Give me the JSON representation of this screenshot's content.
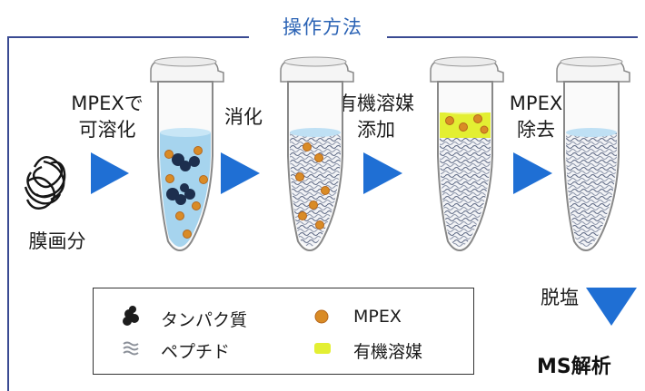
{
  "title": "操作方法",
  "steps": [
    {
      "line1": "MPEXで",
      "line2": "可溶化"
    },
    {
      "line1": "消化",
      "line2": ""
    },
    {
      "line1": "有機溶媒",
      "line2": "添加"
    },
    {
      "line1": "MPEX",
      "line2": "除去"
    }
  ],
  "start_label": "膜画分",
  "desalt_label": "脱塩",
  "result_label": "MS解析",
  "legend": {
    "protein": "タンパク質",
    "peptide": "ペプチド",
    "mpex": "MPEX",
    "organic_solvent": "有機溶媒"
  },
  "colors": {
    "frame": "#3a4a92",
    "title": "#2b63b5",
    "arrow": "#1f6fd4",
    "liquid": "#a6d4ee",
    "mpex": "#d98b26",
    "solvent": "#e3ef33"
  }
}
